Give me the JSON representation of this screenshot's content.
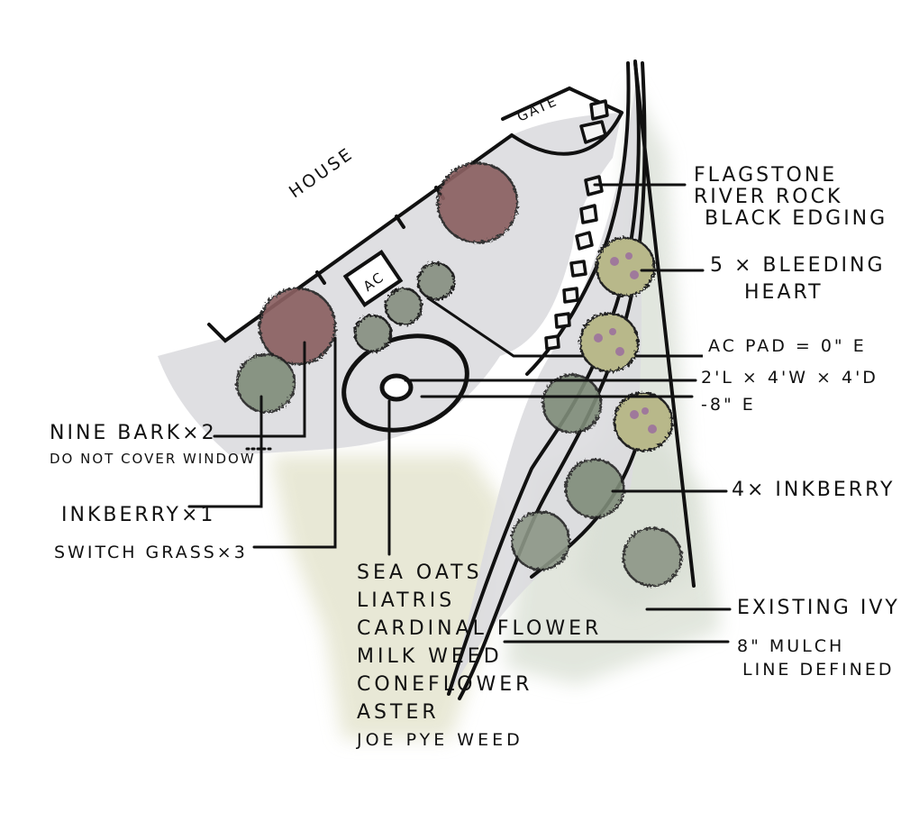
{
  "labels": {
    "house": "HOUSE",
    "gate": "GATE",
    "ac": "AC",
    "flagstone": [
      "FLAGSTONE",
      "RIVER ROCK",
      "BLACK EDGING"
    ],
    "bleeding_heart": [
      "5 × BLEEDING",
      "HEART"
    ],
    "ac_pad": "AC PAD = 0\" E",
    "basin_dims": "2'L × 4'W × 4'D",
    "basin_depth": "-8\" E",
    "inkberry_right": "4× INKBERRY",
    "existing_ivy": "EXISTING IVY",
    "mulch_line": [
      "8\" MULCH",
      "LINE DEFINED"
    ],
    "ninebark": [
      "NINE BARK×2",
      "DO NOT COVER WINDOW"
    ],
    "inkberry_left": "INKBERRY×1",
    "switch_grass": "SWITCH GRASS×3",
    "plant_list": [
      "SEA OATS",
      "LIATRIS",
      "CARDINAL FLOWER",
      "MILK WEED",
      "CONEFLOWER",
      "ASTER",
      "JOE PYE WEED"
    ]
  },
  "colors": {
    "ink": "#111111",
    "bed_gray": "#dcdcdf",
    "lawn_wash": "#e6e6d2",
    "ninebark": "#8a5f62",
    "inkberry": "#7f8c79",
    "switch_grass": "#8e9689",
    "bleeding_heart": "#b8b88a",
    "bleeding_heart_flower": "#9a6aa0",
    "ivy": "#d8ded4"
  }
}
